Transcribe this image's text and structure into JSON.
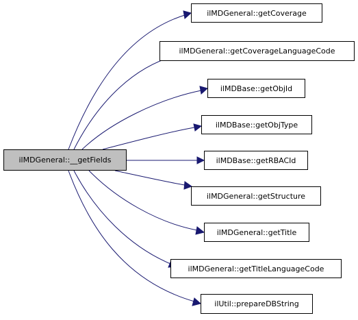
{
  "graph": {
    "edge_color": "#191970",
    "root": {
      "label": "ilMDGeneral::__getFields",
      "fill": "#bfbfbf"
    },
    "callees": [
      {
        "label": "ilMDGeneral::getCoverage"
      },
      {
        "label": "ilMDGeneral::getCoverageLanguageCode"
      },
      {
        "label": "ilMDBase::getObjId"
      },
      {
        "label": "ilMDBase::getObjType"
      },
      {
        "label": "ilMDBase::getRBACId"
      },
      {
        "label": "ilMDGeneral::getStructure"
      },
      {
        "label": "ilMDGeneral::getTitle"
      },
      {
        "label": "ilMDGeneral::getTitleLanguageCode"
      },
      {
        "label": "ilUtil::prepareDBString"
      }
    ]
  }
}
